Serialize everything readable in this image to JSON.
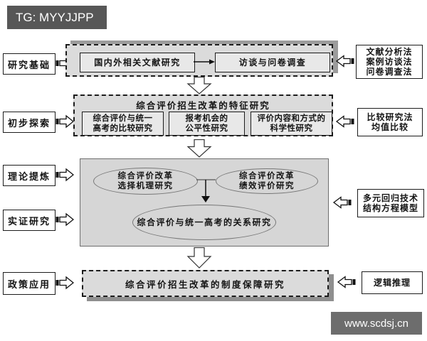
{
  "watermarks": {
    "top": "TG: MYYJJPP",
    "bottom": "www.scdsj.cn"
  },
  "stages": [
    {
      "label": "研究基础"
    },
    {
      "label": "初步探索"
    },
    {
      "label": "理论提炼"
    },
    {
      "label": "实证研究"
    },
    {
      "label": "政策应用"
    }
  ],
  "foundation": {
    "literature_box": "国内外相关文献研究",
    "interview_box": "访谈与问卷调查"
  },
  "exploration": {
    "title": "综合评价招生改革的特征研究",
    "comparison_box": [
      "综合评价与统一",
      "高考的比较研究"
    ],
    "fairness_box": [
      "报考机会的",
      "公平性研究"
    ],
    "scientificity_box": [
      "评价内容和方式的",
      "科学性研究"
    ]
  },
  "theory_empirical": {
    "mechanism_ellipse": [
      "综合评价改革",
      "选择机理研究"
    ],
    "performance_ellipse": [
      "综合评价改革",
      "绩效评价研究"
    ],
    "relationship_ellipse": "综合评价与统一高考的关系研究"
  },
  "policy": {
    "guarantee_box": "综合评价招生改革的制度保障研究"
  },
  "methods": [
    {
      "lines": [
        "文献分析法",
        "案例访谈法",
        "问卷调查法"
      ]
    },
    {
      "lines": [
        "比较研究法",
        "均值比较"
      ]
    },
    {
      "lines": [
        "多元回归技术",
        "结构方程模型"
      ]
    },
    {
      "lines": [
        "逻辑推理"
      ]
    }
  ],
  "colors": {
    "container_fill": "#dbdbdb",
    "big_box_fill": "#d6d6d6",
    "bar_top_bg": "#575757",
    "bar_bottom_bg": "#6d6d6d",
    "shadow": "#8f8f8f"
  }
}
